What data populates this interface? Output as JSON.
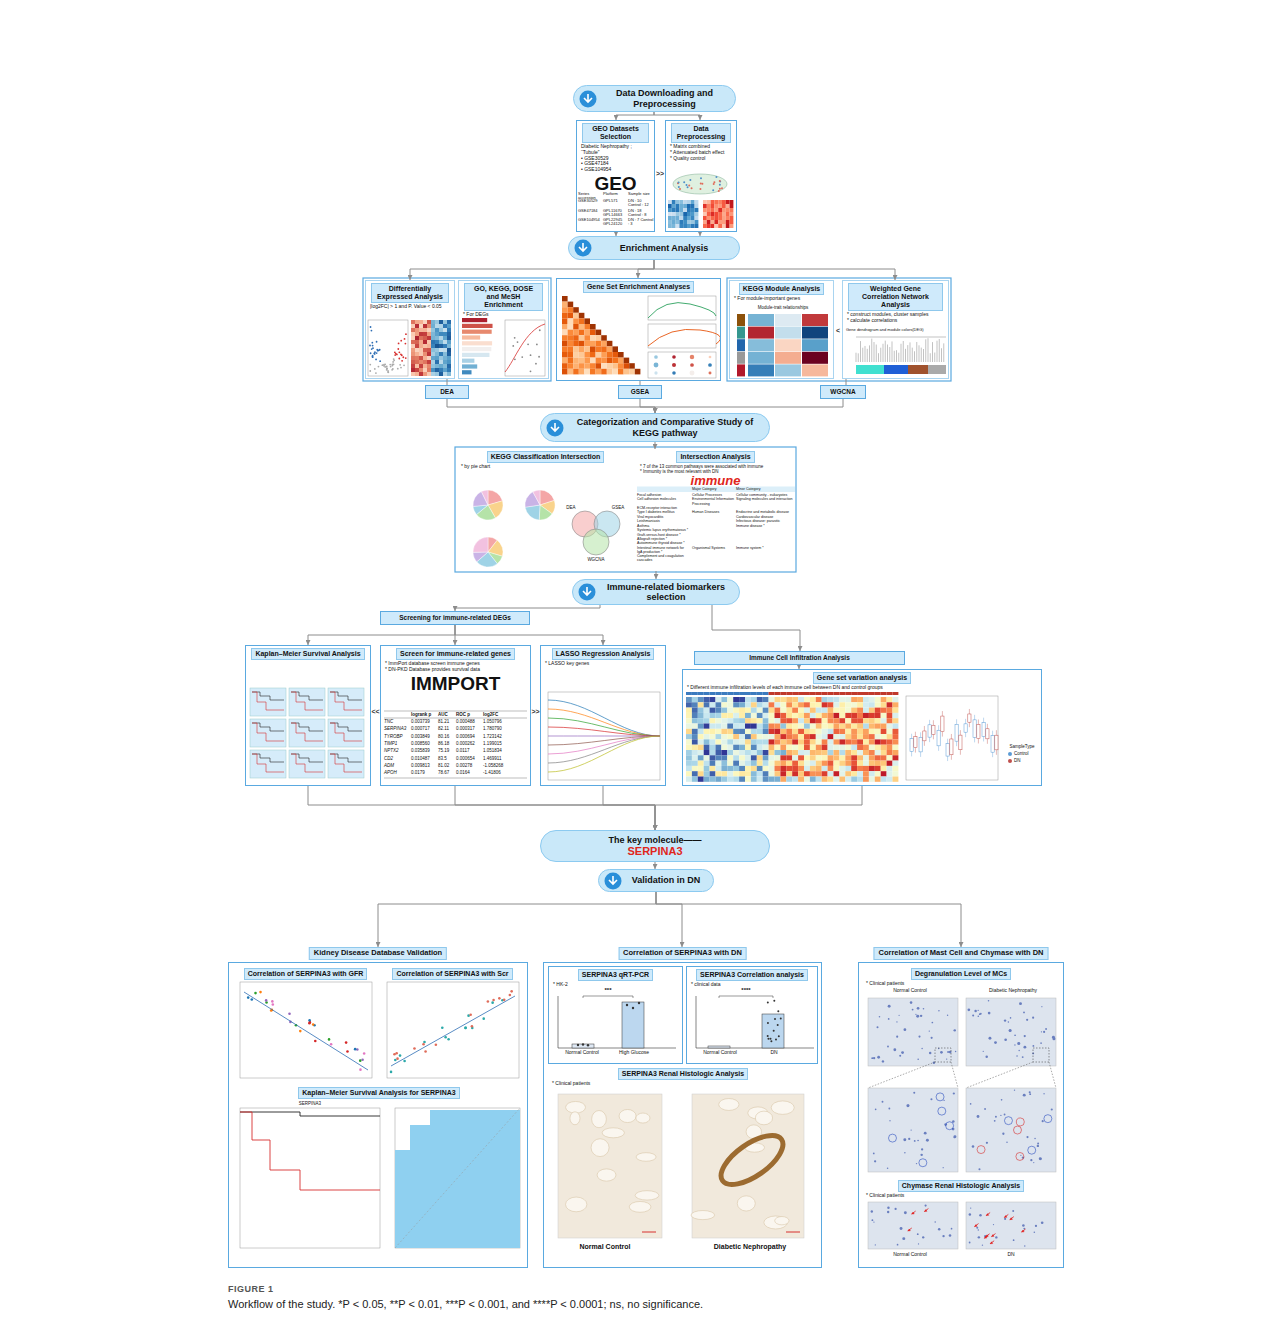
{
  "diagram": {
    "caption": "Workflow of the study. *P < 0.05, **P < 0.01, ***P < 0.001, and ****P < 0.0001; ns, no significance.",
    "nodes": [
      {
        "text": [
          "Data Downloading and Preprocessing"
        ]
      },
      {
        "text": [
          "GEO Datasets Selection",
          "Diabetic Nephropathy ; “Tubule”",
          "• GSE30529",
          "• GSE47184",
          "• GSE104954",
          "GEO"
        ]
      },
      {
        "text": [
          "Data Preprocessing",
          "* Matrix combined",
          "* Attenuated batch effect",
          "* Quality control"
        ]
      },
      {
        "text": [
          "Enrichment Analysis"
        ]
      },
      {
        "text": [
          "Differentially Expressed Analysis",
          "|log2FC| > 1 and P. Value < 0.05"
        ]
      },
      {
        "text": [
          "GO, KEGG, DOSE and MeSH Enrichment",
          "* For DEGs"
        ]
      },
      {
        "text": [
          "Gene Set Enrichment Analyses"
        ]
      },
      {
        "text": [
          "KEGG Module Analysis",
          "* For module-important genes"
        ]
      },
      {
        "text": [
          "Weighted Gene Correlation Network Analysis",
          "* construct modules, cluster samples",
          "* calculate correlations"
        ]
      },
      {
        "text": [
          "DEA"
        ]
      },
      {
        "text": [
          "GSEA"
        ]
      },
      {
        "text": [
          "WGCNA"
        ]
      },
      {
        "text": [
          "Categorization and Comparative Study of KEGG pathway"
        ]
      },
      {
        "text": [
          "KEGG Classification Intersection",
          "* by pie chart"
        ]
      },
      {
        "text": [
          "Intersection Analysis",
          "* 7 of the 13 common pathways were associated with immune",
          "* Immunity is the most relevant with DN",
          "immune"
        ]
      },
      {
        "text": [
          "Immune-related biomarkers selection"
        ]
      },
      {
        "text": [
          "Screening for immune-related DEGs"
        ]
      },
      {
        "text": [
          "Kaplan–Meier Survival Analysis"
        ]
      },
      {
        "text": [
          "Screen for immune-related genes",
          "* ImmPort database screen immune genes",
          "* DN-PKD Database provides survival data",
          "IMMPORT"
        ]
      },
      {
        "text": [
          "LASSO Regression Analysis",
          "* LASSO key genes"
        ]
      },
      {
        "text": [
          "Immune Cell Infiltration Analysis"
        ]
      },
      {
        "text": [
          "Gene set variation analysis",
          "* Different immune infiltration levels of each immune cell between DN and control groups"
        ]
      },
      {
        "text": [
          "The key molecule——",
          "SERPINA3"
        ]
      },
      {
        "text": [
          "Validation in DN"
        ]
      },
      {
        "text": [
          "Kidney Disease Database Validation"
        ]
      },
      {
        "text": [
          "Correlation of SERPINA3 with GFR"
        ],
        "in": 24
      },
      {
        "text": [
          "Correlation of SERPINA3 with Scr"
        ],
        "in": 24
      },
      {
        "text": [
          "Kaplan–Meier Survival Analysis for SERPINA3"
        ],
        "in": 24
      },
      {
        "text": [
          "Correlation of SERPINA3 with DN"
        ]
      },
      {
        "text": [
          "SERPINA3 qRT-PCR",
          "* HK-2"
        ],
        "in": 28
      },
      {
        "text": [
          "SERPINA3 Correlation analysis",
          "* clinical data"
        ],
        "in": 28
      },
      {
        "text": [
          "SERPINA3 Renal Histologic Analysis",
          "* Clinical patients"
        ],
        "in": 28
      },
      {
        "text": [
          "Correlation of Mast Cell and Chymase with DN"
        ]
      },
      {
        "text": [
          "Degranulation Level of MCs",
          "* Clinical patients"
        ],
        "in": 32
      },
      {
        "text": [
          "Chymase Renal Histologic Analysis",
          "* Clinical patients"
        ],
        "in": 32
      }
    ],
    "edges": [
      {
        "from": 0,
        "to": 1,
        "arrow": "to"
      },
      {
        "from": 0,
        "to": 2,
        "arrow": "to"
      },
      {
        "from": 1,
        "to": 3,
        "arrow": "to"
      },
      {
        "from": 2,
        "to": 3,
        "arrow": "to"
      },
      {
        "from": 3,
        "to": 4,
        "arrow": "to"
      },
      {
        "from": 3,
        "to": 6,
        "arrow": "to"
      },
      {
        "from": 3,
        "to": 8,
        "arrow": "to"
      },
      {
        "from": 4,
        "to": 9,
        "arrow": "none"
      },
      {
        "from": 6,
        "to": 10,
        "arrow": "none"
      },
      {
        "from": 8,
        "to": 11,
        "arrow": "none"
      },
      {
        "from": 9,
        "to": 12,
        "arrow": "to"
      },
      {
        "from": 10,
        "to": 12,
        "arrow": "to"
      },
      {
        "from": 11,
        "to": 12,
        "arrow": "to"
      },
      {
        "from": 12,
        "to": 14,
        "arrow": "to"
      },
      {
        "from": 14,
        "to": 15,
        "arrow": "to"
      },
      {
        "from": 15,
        "to": 16,
        "arrow": "to"
      },
      {
        "from": 15,
        "to": 20,
        "arrow": "to"
      },
      {
        "from": 16,
        "to": 17,
        "arrow": "to"
      },
      {
        "from": 16,
        "to": 18,
        "arrow": "to"
      },
      {
        "from": 16,
        "to": 19,
        "arrow": "to"
      },
      {
        "from": 20,
        "to": 21,
        "arrow": "to"
      },
      {
        "from": 17,
        "to": 22,
        "arrow": "to"
      },
      {
        "from": 18,
        "to": 22,
        "arrow": "to"
      },
      {
        "from": 19,
        "to": 22,
        "arrow": "to"
      },
      {
        "from": 21,
        "to": 22,
        "arrow": "to"
      },
      {
        "from": 22,
        "to": 23,
        "arrow": "to"
      },
      {
        "from": 23,
        "to": 24,
        "arrow": "to"
      },
      {
        "from": 23,
        "to": 28,
        "arrow": "to"
      },
      {
        "from": 23,
        "to": 32,
        "arrow": "to"
      }
    ],
    "labels": [
      ">>",
      "Series accession",
      "Platform",
      "Sample size",
      "GSE30529",
      "GPL571",
      "DN : 10 Control : 12",
      "GSE47184",
      "GPL11670 GPL14663",
      "DN : 18 Control : 8",
      "GSE104954",
      "GPL22945 GPL24120",
      "DN : 7 Control : 3",
      "<",
      "Module-trait relationships",
      "Gene dendrogram and module colors(DEG)",
      "DEA",
      "GSEA",
      "WGCNA",
      "Major Category",
      "Minor Category",
      "Focal adhesion",
      "Cell adhesion molecules",
      "ECM-receptor interaction",
      "Type I diabetes mellitus",
      "Viral myocarditis",
      "Leishmaniasis",
      "Asthma",
      "Systemic lupus erythematosus *",
      "Graft-versus-host disease *",
      "Allograft rejection *",
      "Autoimmune thyroid disease *",
      "Intestinal immune network for IgA production *",
      "Complement and coagulation cascades",
      "Cellular Processes",
      "Environmental Information Processing",
      "Human Diseases",
      "Organismal Systems",
      "Cellular community - eukaryotes",
      "Signaling molecules and interaction",
      "Endocrine and metabolic disease",
      "Cardiovascular disease",
      "Infectious disease: parasitic",
      "Immune disease *",
      "Immune system *",
      "<<",
      ">>",
      "logrank p",
      "AUC",
      "ROC p",
      "log2FC",
      "TNC",
      "0.003739",
      "81.21",
      "0.000488",
      "1.050796",
      "SERPINA3",
      "0.000717",
      "82.11",
      "0.000317",
      "1.780790",
      "TYROBP",
      "0.003849",
      "80.16",
      "0.000694",
      "1.723142",
      "TIMP1",
      "0.008560",
      "86.18",
      "0.000262",
      "1.199015",
      "NPTX2",
      "0.035839",
      "75.19",
      "0.0117",
      "1.051834",
      "CD2",
      "0.010487",
      "83.5",
      "0.000654",
      "1.469911",
      "ADM",
      "0.009813",
      "81.02",
      "0.00278",
      "-1.058268",
      "APOH",
      "0.0179",
      "78.67",
      "0.0164",
      "-1.41806",
      "SampleType",
      "SERPINA3",
      "***",
      "Normal Control",
      "High Glucose",
      "****",
      "Normal Control",
      "DN",
      "Normal Control",
      "Diabetic Nephropathy",
      "Normal Control",
      "Diabetic Nephropathy",
      "Normal Control",
      "DN",
      "FIGURE 1"
    ],
    "legend": [
      {
        "text": "Control",
        "color": "#5b9bd5"
      },
      {
        "text": "DN",
        "color": "#c0504d"
      }
    ]
  }
}
